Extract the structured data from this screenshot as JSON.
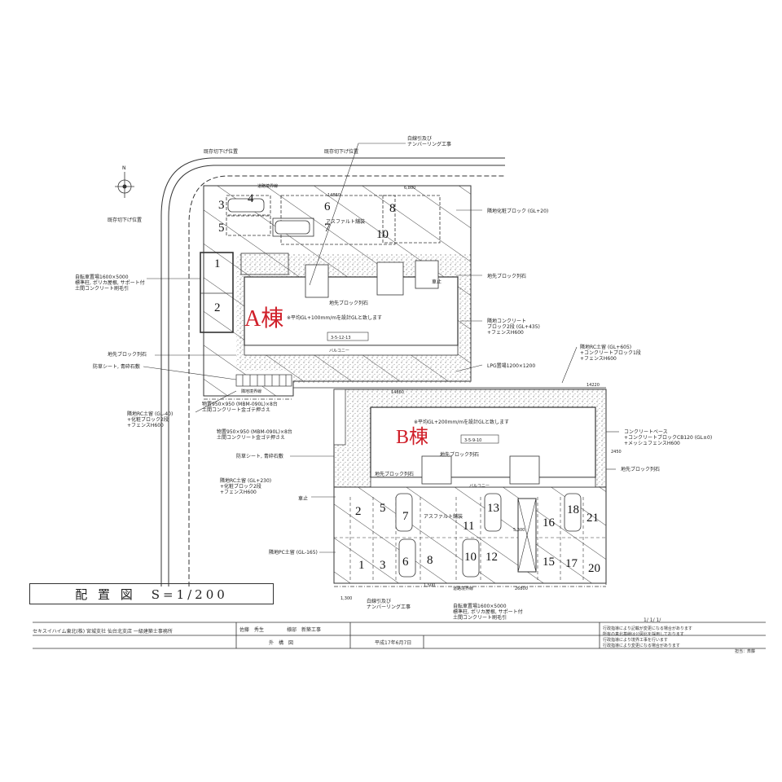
{
  "building_a": {
    "handwritten_label": "A棟",
    "gl_note": "※平均GL+100mm/mを設計GLと致します",
    "dim_code": "3-5-12-13",
    "balcony": "バルコニー"
  },
  "building_b": {
    "handwritten_label": "B棟",
    "gl_note": "※平均GL+200mm/mを設計GLと致します",
    "dim_code": "3-5-9-10",
    "balcony": "バルコニー"
  },
  "annotations": {
    "existing_curb_1": "既存切下げ位置",
    "existing_curb_2": "既存切下げ位置",
    "existing_curb_3": "既存切下げ位置",
    "white_line_top": "白線引及び\nナンバーリング工事",
    "white_line_bottom": "白線引及び\nナンバーリング工事",
    "road_boundary": "道路境界線",
    "road_boundary_bottom": "道路境界線",
    "asphalt_1": "アスファルト舗装",
    "asphalt_2": "アスファルト舗装",
    "decor_block_top": "隣地化粧ブロック (GL+20)",
    "curb_stone_1": "地先ブロック列石",
    "curb_stone_2": "地先ブロック列石",
    "curb_stone_3": "地先ブロック列石",
    "curb_stone_4": "地先ブロック列石",
    "curb_stone_5": "地先ブロック列石",
    "curb_stone_6": "地先ブロック列石",
    "car_stop_1": "車止",
    "car_stop_2": "車止",
    "neighbor_concrete": "隣地コンクリート\nブロック2段 (GL+435)\n+フェンスH600",
    "bike_parking_a": "自転車置場1600×5000\n標準柱, ポリカ屋根, サポート付\n土間コンクリート刷毛引",
    "bike_parking_b": "自転車置場1600×5000\n標準柱, ポリカ屋根, サポート付\n土間コンクリート刷毛引",
    "weed_sheet_1": "防草シート, 青砕石敷",
    "weed_sheet_2": "防草シート, 青砕石敷",
    "lpg": "LPG置場1200×1200",
    "neighbor_rc_right": "隣地RC土留 (GL+605)\n+コンクリートブロック1段\n+フェンスH600",
    "neighbor_boundary": "隣地境界線",
    "neighbor_rc_left": "隣地RC土留 (GL-40)\n+化粧ブロック2段\n+フェンスH600",
    "storage_1": "物置950×950 (MBM-090L)×8台\n土間コンクリート金ゴテ押さえ",
    "storage_2": "物置950×950 (MBM-090L)×8台\n土間コンクリート金ゴテ押さえ",
    "concrete_base": "コンクリートベース\n+コンクリートブロックCB120 (GL±0)\n+メッシュフェンスH600",
    "neighbor_rc_230": "隣地RC土留 (GL+230)\n+化粧ブロック2段\n+フェンスH600",
    "neighbor_pc": "隣地PC土留 (GL-165)"
  },
  "dimensions": {
    "d14860_top": "14860",
    "d6800": "6,800",
    "d14860_b": "14860",
    "d14220": "14220",
    "d26800": "26800",
    "d1500": "1,500",
    "d2450": "2450",
    "d1300": "1,300",
    "d5300": "5,300"
  },
  "parking_a": [
    "1",
    "2",
    "3",
    "4",
    "5",
    "6",
    "7",
    "8",
    "10"
  ],
  "parking_b": [
    "1",
    "2",
    "3",
    "5",
    "6",
    "7",
    "8",
    "10",
    "11",
    "12",
    "13",
    "15",
    "16",
    "17",
    "18",
    "20",
    "21"
  ],
  "title": {
    "label": "配 置 図　S=1/200"
  },
  "title_block": {
    "company": "セキスイハイム東北(株) 宮城支社 仙台北支店 一級建築士事務所",
    "client": "佐藤　秀生",
    "project": "様邸　新築工事",
    "drawing": "外　構　図",
    "date": "平成17年6月7日",
    "scale": "1/ 1/ 1/",
    "note_1": "行政指導により記載が変更になる場合があります",
    "note_2": "所有の真北基線は公図北を採用しております",
    "note_3": "行政指導により境界工事を行います",
    "note_4": "行政指導により変更になる場合があります",
    "sheet": "担当：斎藤"
  },
  "colors": {
    "ink": "#222222",
    "hand_red": "#d0202a",
    "stipple": "#9a9a9a"
  }
}
